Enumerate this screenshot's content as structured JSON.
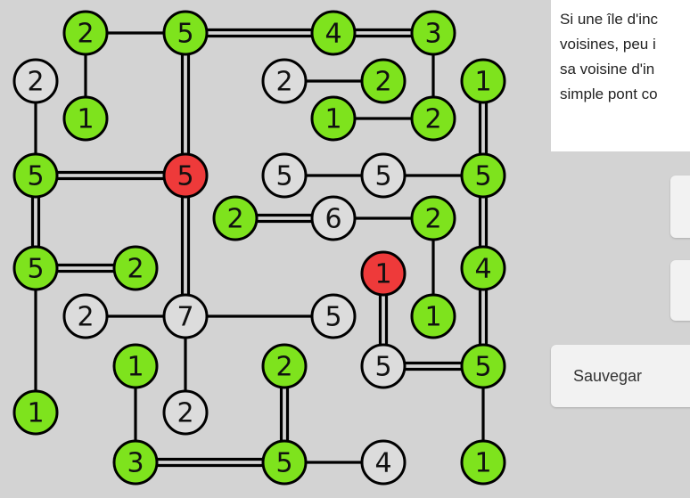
{
  "hint": {
    "lines": [
      "Si une île d'inc",
      "voisines, peu i",
      "sa voisine d'in",
      "simple pont co"
    ]
  },
  "buttons": {
    "save_label": "Sauvegar"
  },
  "colors": {
    "background": "#d3d3d3",
    "complete": "#7ee31d",
    "incomplete": "#dcdcdc",
    "error": "#ee3a3a",
    "line": "#000000"
  },
  "islands": [
    {
      "id": "a",
      "value": "2",
      "state": "complete"
    },
    {
      "id": "b",
      "value": "5",
      "state": "complete"
    },
    {
      "id": "c",
      "value": "4",
      "state": "complete"
    },
    {
      "id": "d",
      "value": "3",
      "state": "complete"
    },
    {
      "id": "e",
      "value": "2",
      "state": "incomplete"
    },
    {
      "id": "f",
      "value": "2",
      "state": "incomplete"
    },
    {
      "id": "g",
      "value": "1",
      "state": "complete"
    },
    {
      "id": "h",
      "value": "2",
      "state": "complete"
    },
    {
      "id": "i",
      "value": "1",
      "state": "complete"
    },
    {
      "id": "j",
      "value": "1",
      "state": "complete"
    },
    {
      "id": "k",
      "value": "2",
      "state": "complete"
    },
    {
      "id": "l",
      "value": "5",
      "state": "complete"
    },
    {
      "id": "m",
      "value": "5",
      "state": "error"
    },
    {
      "id": "n",
      "value": "5",
      "state": "incomplete"
    },
    {
      "id": "o",
      "value": "5",
      "state": "incomplete"
    },
    {
      "id": "p",
      "value": "5",
      "state": "complete"
    },
    {
      "id": "q",
      "value": "2",
      "state": "complete"
    },
    {
      "id": "r",
      "value": "6",
      "state": "incomplete"
    },
    {
      "id": "s",
      "value": "2",
      "state": "complete"
    },
    {
      "id": "t",
      "value": "5",
      "state": "complete"
    },
    {
      "id": "u",
      "value": "2",
      "state": "complete"
    },
    {
      "id": "v",
      "value": "1",
      "state": "error"
    },
    {
      "id": "w",
      "value": "4",
      "state": "complete"
    },
    {
      "id": "x",
      "value": "2",
      "state": "incomplete"
    },
    {
      "id": "y",
      "value": "7",
      "state": "incomplete"
    },
    {
      "id": "z",
      "value": "5",
      "state": "incomplete"
    },
    {
      "id": "aa",
      "value": "1",
      "state": "complete"
    },
    {
      "id": "ab",
      "value": "1",
      "state": "complete"
    },
    {
      "id": "ac",
      "value": "2",
      "state": "complete"
    },
    {
      "id": "ad",
      "value": "5",
      "state": "incomplete"
    },
    {
      "id": "ae",
      "value": "5",
      "state": "complete"
    },
    {
      "id": "af",
      "value": "2",
      "state": "incomplete"
    },
    {
      "id": "ag",
      "value": "1",
      "state": "complete"
    },
    {
      "id": "ah",
      "value": "3",
      "state": "complete"
    },
    {
      "id": "ai",
      "value": "5",
      "state": "complete"
    },
    {
      "id": "aj",
      "value": "4",
      "state": "incomplete"
    },
    {
      "id": "ak",
      "value": "1",
      "state": "complete"
    }
  ],
  "bridges": [
    {
      "from": "a",
      "to": "b",
      "count": 1
    },
    {
      "from": "b",
      "to": "c",
      "count": 2
    },
    {
      "from": "c",
      "to": "d",
      "count": 2
    },
    {
      "from": "a",
      "to": "g",
      "count": 1
    },
    {
      "from": "b",
      "to": "m",
      "count": 2
    },
    {
      "from": "d",
      "to": "k",
      "count": 1
    },
    {
      "from": "f",
      "to": "h",
      "count": 1
    },
    {
      "from": "j",
      "to": "k",
      "count": 1
    },
    {
      "from": "e",
      "to": "l",
      "count": 1
    },
    {
      "from": "i",
      "to": "p",
      "count": 2
    },
    {
      "from": "l",
      "to": "m",
      "count": 2
    },
    {
      "from": "n",
      "to": "o",
      "count": 1
    },
    {
      "from": "o",
      "to": "p",
      "count": 1
    },
    {
      "from": "l",
      "to": "t",
      "count": 2
    },
    {
      "from": "m",
      "to": "y",
      "count": 2
    },
    {
      "from": "p",
      "to": "w",
      "count": 2
    },
    {
      "from": "q",
      "to": "r",
      "count": 2
    },
    {
      "from": "r",
      "to": "s",
      "count": 1
    },
    {
      "from": "s",
      "to": "ab",
      "count": 1
    },
    {
      "from": "t",
      "to": "u",
      "count": 2
    },
    {
      "from": "t",
      "to": "ag",
      "count": 1
    },
    {
      "from": "w",
      "to": "ae",
      "count": 2
    },
    {
      "from": "v",
      "to": "ad",
      "count": 2
    },
    {
      "from": "x",
      "to": "y",
      "count": 1
    },
    {
      "from": "y",
      "to": "z",
      "count": 1
    },
    {
      "from": "y",
      "to": "af",
      "count": 1
    },
    {
      "from": "ad",
      "to": "ae",
      "count": 2
    },
    {
      "from": "ae",
      "to": "ak",
      "count": 1
    },
    {
      "from": "aa",
      "to": "ah",
      "count": 1
    },
    {
      "from": "ah",
      "to": "ai",
      "count": 2
    },
    {
      "from": "ac",
      "to": "ai",
      "count": 2
    },
    {
      "from": "ai",
      "to": "aj",
      "count": 1
    }
  ]
}
